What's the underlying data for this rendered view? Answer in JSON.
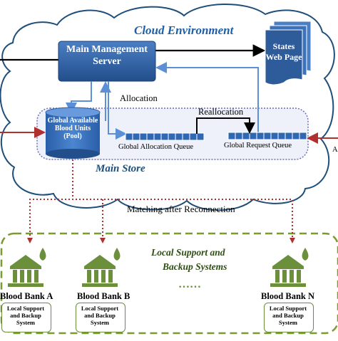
{
  "cloud": {
    "title": "Cloud Environment",
    "main_store_label": "Main Store"
  },
  "server": {
    "label": "Main Management Server"
  },
  "states_page": {
    "label": "States Web Page"
  },
  "pool": {
    "label": "Global Available Blood Units (Pool)"
  },
  "queues": {
    "allocation_label": "Global Allocation  Queue",
    "request_label": "Global Request Queue"
  },
  "flows": {
    "allocation": "Allocation",
    "reallocation": "Reallocation",
    "matching": "Matching after Reconnection",
    "edge_right_partial": "A"
  },
  "local": {
    "title_line1": "Local Support and",
    "title_line2": "Backup Systems"
  },
  "banks": [
    {
      "name": "Blood Bank  A",
      "sub": "Local Support and Backup System"
    },
    {
      "name": "Blood Bank  B",
      "sub": "Local Support and Backup System"
    },
    {
      "name": "Blood Bank  N",
      "sub": "Local Support and Backup System"
    }
  ],
  "dots": "……",
  "colors": {
    "server_fill": "#2e5b9a",
    "cloud_stroke": "#1f4e79",
    "title_blue": "#1f5fa8",
    "arrow_blue": "#5b8fd6",
    "arrow_red": "#b03030",
    "green_dash": "#7a9c2e",
    "bank_green": "#6b8f3a",
    "queue_fill": "#2f67b3"
  }
}
